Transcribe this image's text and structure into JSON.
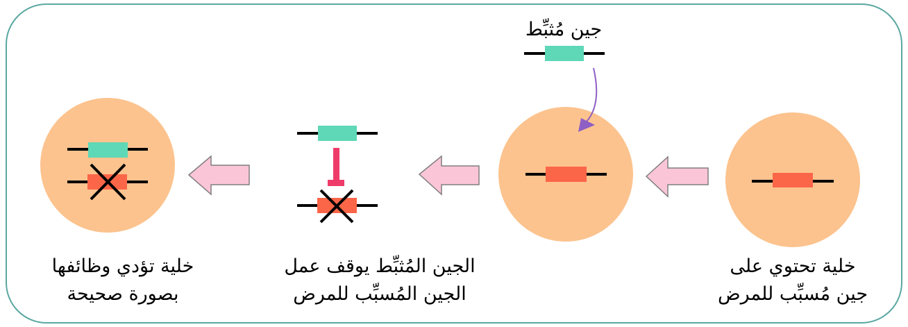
{
  "colors": {
    "frame": "#5aa7a1",
    "cell": "#fcc38e",
    "disease_gene": "#fb6648",
    "inhibitor_gene": "#5ed8b6",
    "dna_line": "#000000",
    "flow_arrow_fill": "#fbc5d8",
    "flow_arrow_stroke": "#7f7f7f",
    "insert_arrow": "#8e5fc4",
    "block_symbol": "#ee3b69",
    "cross": "#000000"
  },
  "labels": {
    "inhibitor_title": "جين مُثبِّط",
    "step1_line1": "خلية تحتوي على",
    "step1_line2": "جين مُسبِّب للمرض",
    "step2_line1": "الجين المُثبِّط يوقف عمل",
    "step2_line2": "الجين المُسبِّب للمرض",
    "step3_line1": "خلية تؤدي وظائفها",
    "step3_line2": "بصورة صحيحة"
  }
}
